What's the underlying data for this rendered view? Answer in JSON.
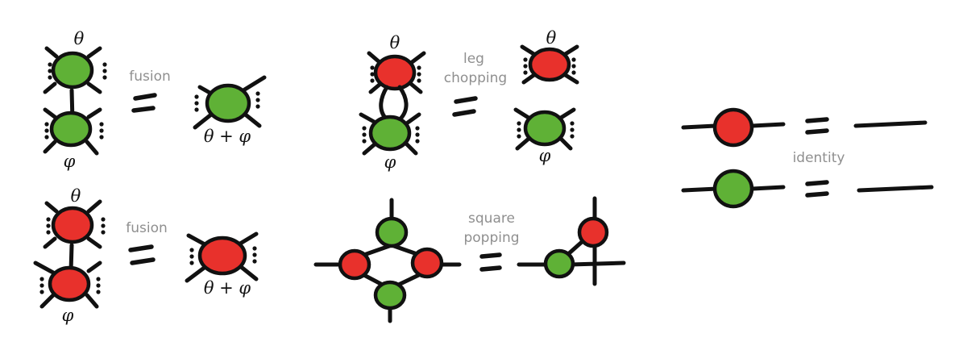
{
  "colors": {
    "green": "#5fb136",
    "red": "#e8312c",
    "ink": "#111111",
    "label": "#8f8f8f"
  },
  "labels": {
    "fusion_green": "fusion",
    "fusion_red": "fusion",
    "leg_chopping_1": "leg",
    "leg_chopping_2": "chopping",
    "square_popping_1": "square",
    "square_popping_2": "popping",
    "identity": "identity"
  },
  "symbols": {
    "theta": "θ",
    "phi": "φ",
    "theta_plus_phi": "θ + φ"
  }
}
